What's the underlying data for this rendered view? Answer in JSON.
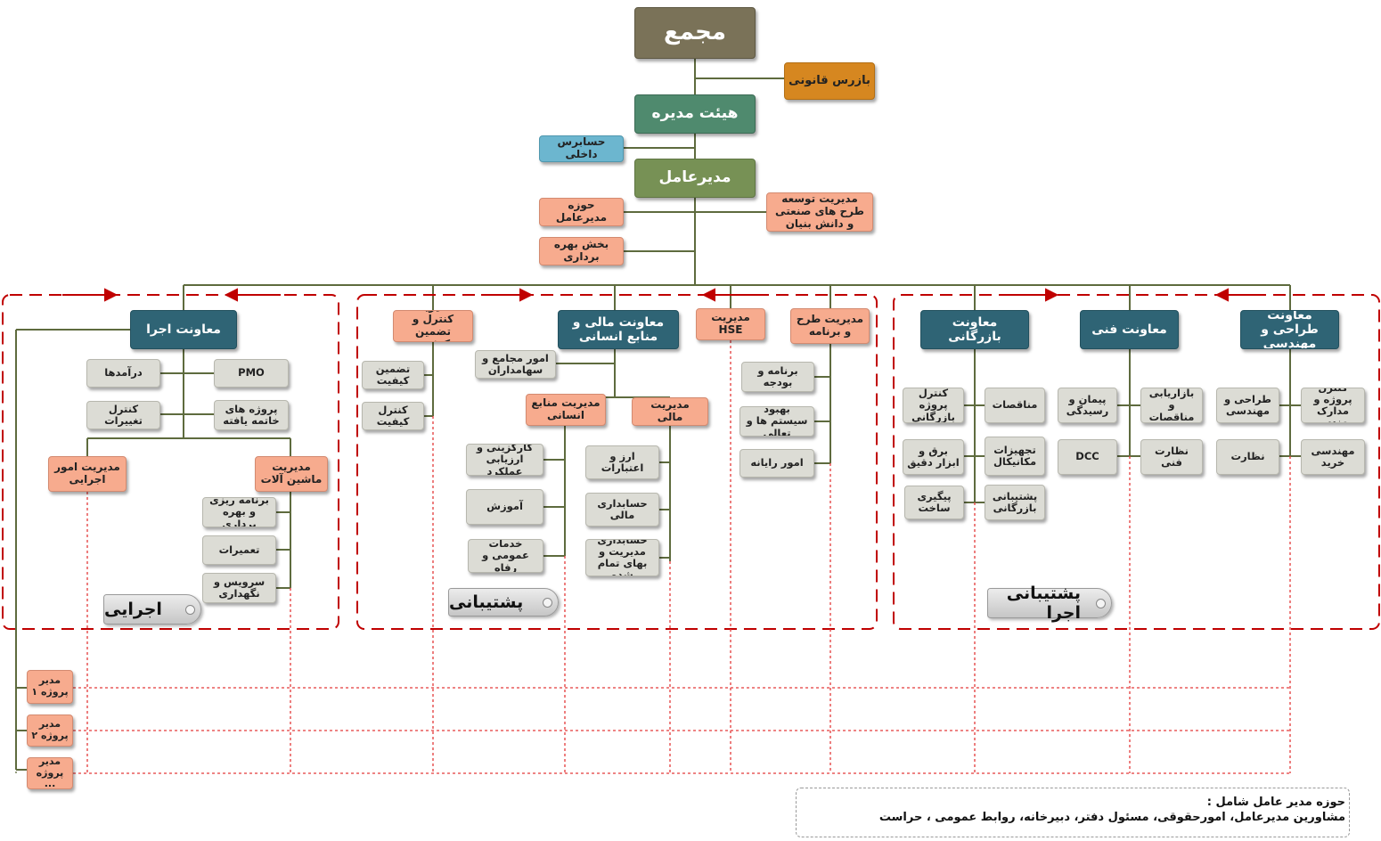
{
  "top": {
    "assembly": "مجمع",
    "inspector": "بازرس قانونی",
    "board": "هیئت مدیره",
    "internal_auditor": "حسابرس داخلی",
    "ceo": "مدیرعامل",
    "ceo_office": "حوزه مدیرعامل",
    "operation": "بخش بهره برداری",
    "development": "مدیریت توسعه طرح های صنعتی و دانش بنیان"
  },
  "exec": {
    "head": "معاونت اجرا",
    "pmo": "PMO",
    "revenues": "درآمدها",
    "change_control": "کنترل تغییرات",
    "closed_projects": "پروژه های خاتمه یافته",
    "exec_affairs": "مدیریت امور اجرایی",
    "machinery": "مدیریت ماشین آلات",
    "planning": "برنامه ریزی و بهره برداری",
    "repairs": "تعمیرات",
    "service": "سرویس و نگهداری",
    "tag": "اجرایی"
  },
  "support": {
    "qc": "مدیریت کنترل و تضمین کیفیت",
    "qa": "تضمین کیفیت",
    "quality_control": "کنترل کیفیت",
    "finance_hr": "معاونت مالی و منابع انسانی",
    "hse": "مدیریت HSE",
    "plan_program": "مدیریت طرح و برنامه",
    "shareholders": "امور مجامع و سهامداران",
    "hr": "مدیریت منابع انسانی",
    "finance": "مدیریت مالی",
    "selection": "کارگزینی و ارزیابی عملکرد",
    "training": "آموزش",
    "welfare": "خدمات عمومی و رفاه",
    "fx": "ارز و اعتبارات",
    "accounting": "حسابداری مالی",
    "cost_accounting": "حسابداری مدیریت و بهای تمام شده",
    "budget": "برنامه و بودجه",
    "systems": "بهبود سیستم ها و تعالی",
    "it": "امور رایانه",
    "tag": "پشتیبانی"
  },
  "exec_support": {
    "commercial": "معاونت بازرگانی",
    "technical": "معاونت فنی",
    "design": "معاونت طراحی و مهندسی",
    "tenders": "مناقصات",
    "commercial_control": "کنترل پروژه بازرگانی",
    "mech_equipment": "تجهیزات مکانیکال",
    "electrical": "برق و ابزار دقیق",
    "commercial_support": "پشتیبانی بازرگانی",
    "construction_followup": "پیگیری ساخت",
    "marketing": "بازاریابی و مناقصات",
    "contracts": "پیمان و رسیدگی",
    "tech_supervision": "نظارت فنی",
    "dcc": "DCC",
    "design_eng": "طراحی و مهندسی",
    "engineering_control": "کنترل پروژه و مدارک مهندسی",
    "supervision": "نظارت",
    "purchase_eng": "مهندسی خرید",
    "tag": "پشتیبانی اجرا"
  },
  "pm": {
    "pm1": "مدیر پروژه ۱",
    "pm2": "مدیر پروژه ۲",
    "pm3": "مدیر پروژه ..."
  },
  "note": {
    "title": "حوزه مدیر عامل شامل :",
    "body": "مشاورین مدیرعامل، امورحقوقی، مسئول دفتر، دبیرخانه، روابط عمومی ، حراست"
  },
  "colors": {
    "line": "#5e6b3e",
    "dashed_red": "#c00000",
    "top": "#7a7258",
    "board": "#4f8a6e",
    "ceo": "#779155",
    "inspector": "#d68720",
    "auditor": "#6cb6cf",
    "salmon": "#f7ab8e",
    "teal": "#2f6475",
    "grey": "#dcdcd5"
  }
}
